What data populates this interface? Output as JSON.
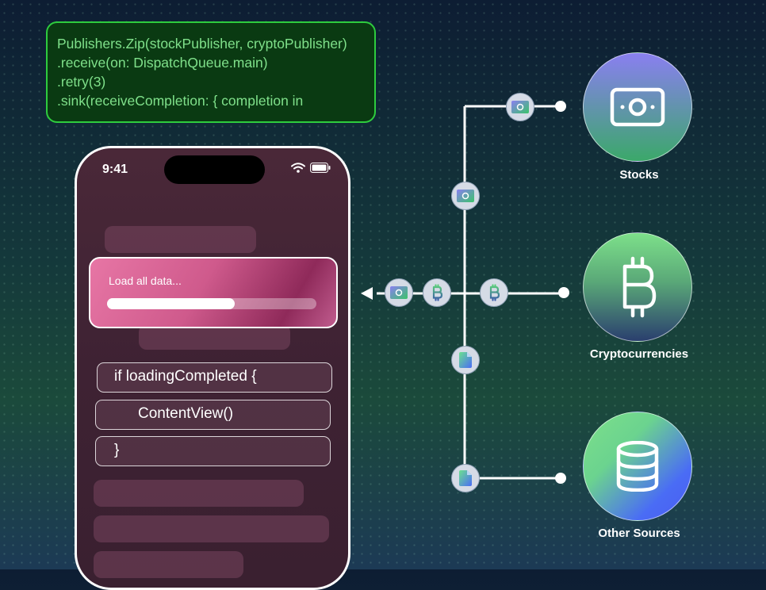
{
  "code_snippet": {
    "lines": [
      "Publishers.Zip(stockPublisher, cryptoPublisher)",
      ".receive(on: DispatchQueue.main)",
      ".retry(3)",
      ".sink(receiveCompletion: { completion in"
    ]
  },
  "phone": {
    "time": "9:41",
    "loading": {
      "label": "Load all data...",
      "progress": 0.61
    },
    "code_lines": [
      "if loadingCompleted {",
      "ContentView()",
      "}"
    ]
  },
  "sources": [
    {
      "label": "Stocks",
      "icon": "banknote-icon",
      "colors": [
        "#8a7ff0",
        "#3ba86a"
      ]
    },
    {
      "label": "Cryptocurrencies",
      "icon": "bitcoin-icon",
      "colors": [
        "#7de08a",
        "#2a3f6e"
      ]
    },
    {
      "label": "Other Sources",
      "icon": "database-icon",
      "colors": [
        "#6be08f",
        "#4a6cf5"
      ]
    }
  ],
  "colors": {
    "accent_green": "#2ecc3e",
    "line": "#ffffff",
    "chip_bg": "#d5dbe6"
  }
}
